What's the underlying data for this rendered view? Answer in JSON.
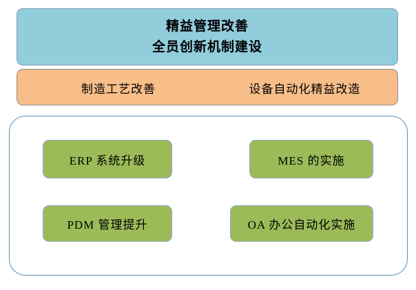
{
  "diagram": {
    "top_banner": {
      "color": "#92CDDC",
      "lines": [
        {
          "text": "精益管理改善"
        },
        {
          "text": "全员创新机制建设"
        }
      ]
    },
    "second_banner": {
      "color": "#F8BE8A",
      "items": [
        {
          "text": "制造工艺改善"
        },
        {
          "text": "设备自动化精益改造"
        }
      ]
    },
    "container": {
      "border_color": "#5B92B8",
      "items": [
        {
          "text": "ERP 系统升级"
        },
        {
          "text": "MES 的实施"
        },
        {
          "text": "PDM 管理提升"
        },
        {
          "text": "OA 办公自动化实施"
        }
      ],
      "item_color": "#9BBB59"
    }
  }
}
